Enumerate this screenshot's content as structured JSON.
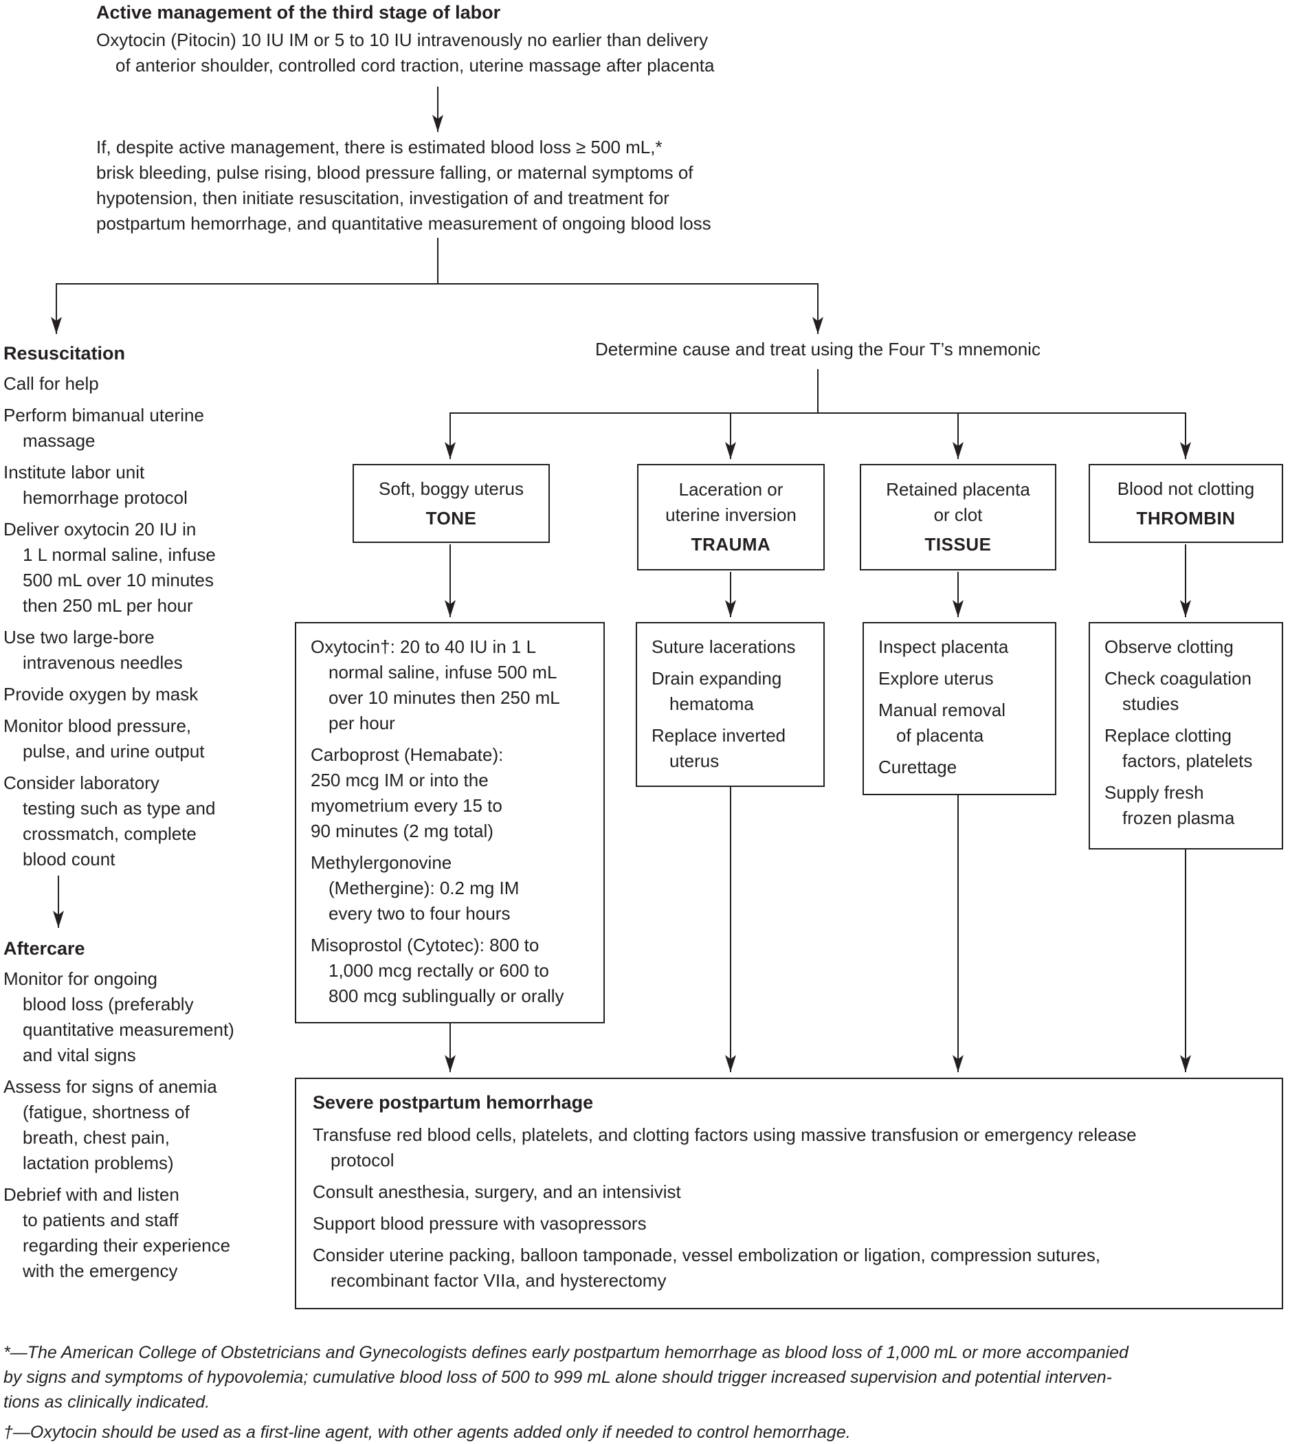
{
  "colors": {
    "ink": "#231f20",
    "background": "#ffffff",
    "box_border": "#231f20"
  },
  "header": {
    "title": "Active management of the third stage of labor",
    "intro_lines": [
      "Oxytocin (Pitocin) 10 IU IM or 5 to 10 IU intravenously no earlier than delivery",
      {
        "t": "of anterior shoulder, controlled cord traction, uterine massage after placenta",
        "i": 1
      }
    ],
    "trigger_lines": [
      "If, despite active management, there is estimated blood loss ≥ 500 mL,*",
      "brisk bleeding, pulse rising, blood pressure falling, or maternal symptoms of",
      "hypotension, then initiate resuscitation, investigation of and treatment for",
      "postpartum hemorrhage, and quantitative measurement of ongoing blood loss"
    ]
  },
  "resuscitation": {
    "heading": "Resuscitation",
    "items": [
      [
        "Call for help"
      ],
      [
        "Perform bimanual uterine",
        {
          "t": "massage",
          "i": 1
        }
      ],
      [
        "Institute labor unit",
        {
          "t": "hemorrhage protocol",
          "i": 1
        }
      ],
      [
        "Deliver oxytocin 20 IU in",
        {
          "t": "1 L normal saline, infuse",
          "i": 1
        },
        {
          "t": "500 mL over 10 minutes",
          "i": 1
        },
        {
          "t": "then 250 mL per hour",
          "i": 1
        }
      ],
      [
        "Use two large-bore",
        {
          "t": "intravenous needles",
          "i": 1
        }
      ],
      [
        "Provide oxygen by mask"
      ],
      [
        "Monitor blood pressure,",
        {
          "t": "pulse, and urine output",
          "i": 1
        }
      ],
      [
        "Consider laboratory",
        {
          "t": "testing such as type and",
          "i": 1
        },
        {
          "t": "crossmatch, complete",
          "i": 1
        },
        {
          "t": "blood count",
          "i": 1
        }
      ]
    ]
  },
  "aftercare": {
    "heading": "Aftercare",
    "items": [
      [
        "Monitor for ongoing",
        {
          "t": "blood loss (preferably",
          "i": 1
        },
        {
          "t": "quantitative measurement)",
          "i": 1
        },
        {
          "t": "and vital signs",
          "i": 1
        }
      ],
      [
        "Assess for signs of anemia",
        {
          "t": "(fatigue, shortness of",
          "i": 1
        },
        {
          "t": "breath, chest pain,",
          "i": 1
        },
        {
          "t": "lactation problems)",
          "i": 1
        }
      ],
      [
        "Debrief with and listen",
        {
          "t": "to patients and staff",
          "i": 1
        },
        {
          "t": "regarding their experience",
          "i": 1
        },
        {
          "t": "with the emergency",
          "i": 1
        }
      ]
    ]
  },
  "four_ts": {
    "heading": "Determine cause and treat using the Four T’s mnemonic",
    "branches": [
      {
        "id": "tone",
        "cause_lines": [
          "Soft, boggy uterus"
        ],
        "label": "TONE",
        "treatment_items": [
          [
            "Oxytocin†: 20 to 40 IU in 1 L",
            {
              "t": "normal saline, infuse 500 mL",
              "i": 1
            },
            {
              "t": "over 10 minutes then 250 mL",
              "i": 1
            },
            {
              "t": "per hour",
              "i": 1
            }
          ],
          [
            "Carboprost (Hemabate):",
            "250 mcg IM or into the",
            "myometrium every 15 to",
            "90 minutes (2 mg total)"
          ],
          [
            "Methylergonovine",
            {
              "t": "(Methergine): 0.2 mg IM",
              "i": 1
            },
            {
              "t": "every two to four hours",
              "i": 1
            }
          ],
          [
            "Misoprostol (Cytotec): 800 to",
            {
              "t": "1,000 mcg rectally or 600 to",
              "i": 1
            },
            {
              "t": "800 mcg sublingually or orally",
              "i": 1
            }
          ]
        ]
      },
      {
        "id": "trauma",
        "cause_lines": [
          "Laceration or",
          "uterine inversion"
        ],
        "label": "TRAUMA",
        "treatment_items": [
          [
            "Suture lacerations"
          ],
          [
            "Drain expanding",
            {
              "t": "hematoma",
              "i": 1
            }
          ],
          [
            "Replace inverted",
            {
              "t": "uterus",
              "i": 1
            }
          ]
        ]
      },
      {
        "id": "tissue",
        "cause_lines": [
          "Retained placenta",
          "or clot"
        ],
        "label": "TISSUE",
        "treatment_items": [
          [
            "Inspect placenta"
          ],
          [
            "Explore uterus"
          ],
          [
            "Manual removal",
            {
              "t": "of placenta",
              "i": 1
            }
          ],
          [
            "Curettage"
          ]
        ]
      },
      {
        "id": "thrombin",
        "cause_lines": [
          "Blood not clotting"
        ],
        "label": "THROMBIN",
        "treatment_items": [
          [
            "Observe clotting"
          ],
          [
            "Check coagulation",
            {
              "t": "studies",
              "i": 1
            }
          ],
          [
            "Replace clotting",
            {
              "t": "factors, platelets",
              "i": 1
            }
          ],
          [
            "Supply fresh",
            {
              "t": "frozen plasma",
              "i": 1
            }
          ]
        ]
      }
    ]
  },
  "severe": {
    "heading": "Severe postpartum hemorrhage",
    "items": [
      [
        "Transfuse red blood cells, platelets, and clotting factors using massive transfusion or emergency release",
        {
          "t": "protocol",
          "i": 1
        }
      ],
      [
        "Consult anesthesia, surgery, and an intensivist"
      ],
      [
        "Support blood pressure with vasopressors"
      ],
      [
        "Consider uterine packing, balloon tamponade, vessel embolization or ligation, compression sutures,",
        {
          "t": "recombinant factor VIIa, and hysterectomy",
          "i": 1
        }
      ]
    ]
  },
  "footnotes": {
    "asterisk_lines": [
      "*—The American College of Obstetricians and Gynecologists defines early postpartum hemorrhage as blood loss of 1,000 mL or more accompanied",
      "by signs and symptoms of hypovolemia; cumulative blood loss of 500 to 999 mL alone should trigger increased supervision and potential interven-",
      "tions as clinically indicated."
    ],
    "dagger": "†—Oxytocin should be used as a first-line agent, with other agents added only if needed to control hemorrhage."
  }
}
